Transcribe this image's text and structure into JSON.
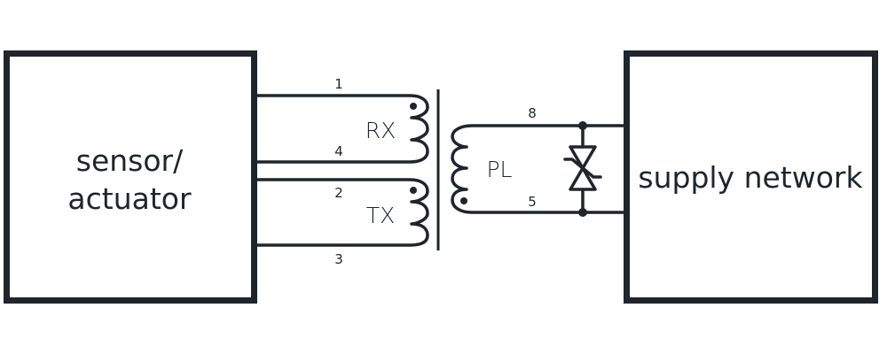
{
  "diagram": {
    "colors": {
      "stroke": "#1e252c",
      "background": "#ffffff"
    },
    "blocks": {
      "left": {
        "line1": "sensor/",
        "line2": "actuator"
      },
      "right": {
        "label": "supply network"
      }
    },
    "windings": {
      "rx": {
        "label": "RX",
        "pins": [
          "1",
          "4"
        ]
      },
      "tx": {
        "label": "TX",
        "pins": [
          "2",
          "3"
        ]
      },
      "pl": {
        "label": "PL",
        "pins": [
          "8",
          "5"
        ]
      }
    },
    "components": {
      "tvs_diode": {
        "icon": "bidirectional-tvs-diode-icon"
      }
    }
  }
}
